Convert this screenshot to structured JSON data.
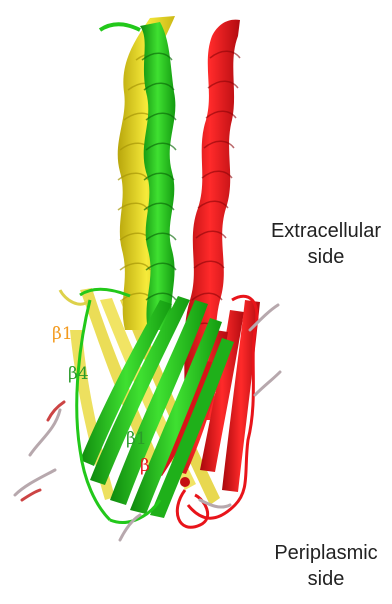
{
  "labels": {
    "extracellular": [
      "Extracellular",
      "side"
    ],
    "periplasmic": [
      "Periplasmic",
      "side"
    ],
    "beta_orange": "β1",
    "beta_green_left": "β4",
    "beta_green_mid": "β1",
    "beta_red": "β"
  },
  "colors": {
    "yellow_chain": "#f2e41a",
    "green_chain": "#22c81a",
    "red_chain": "#e8141a",
    "beta_orange_label": "#f39a1e",
    "beta_green_label": "#2a9a2a",
    "beta_red_label": "#e8141a",
    "loop_grey": "#b7a8ad"
  }
}
